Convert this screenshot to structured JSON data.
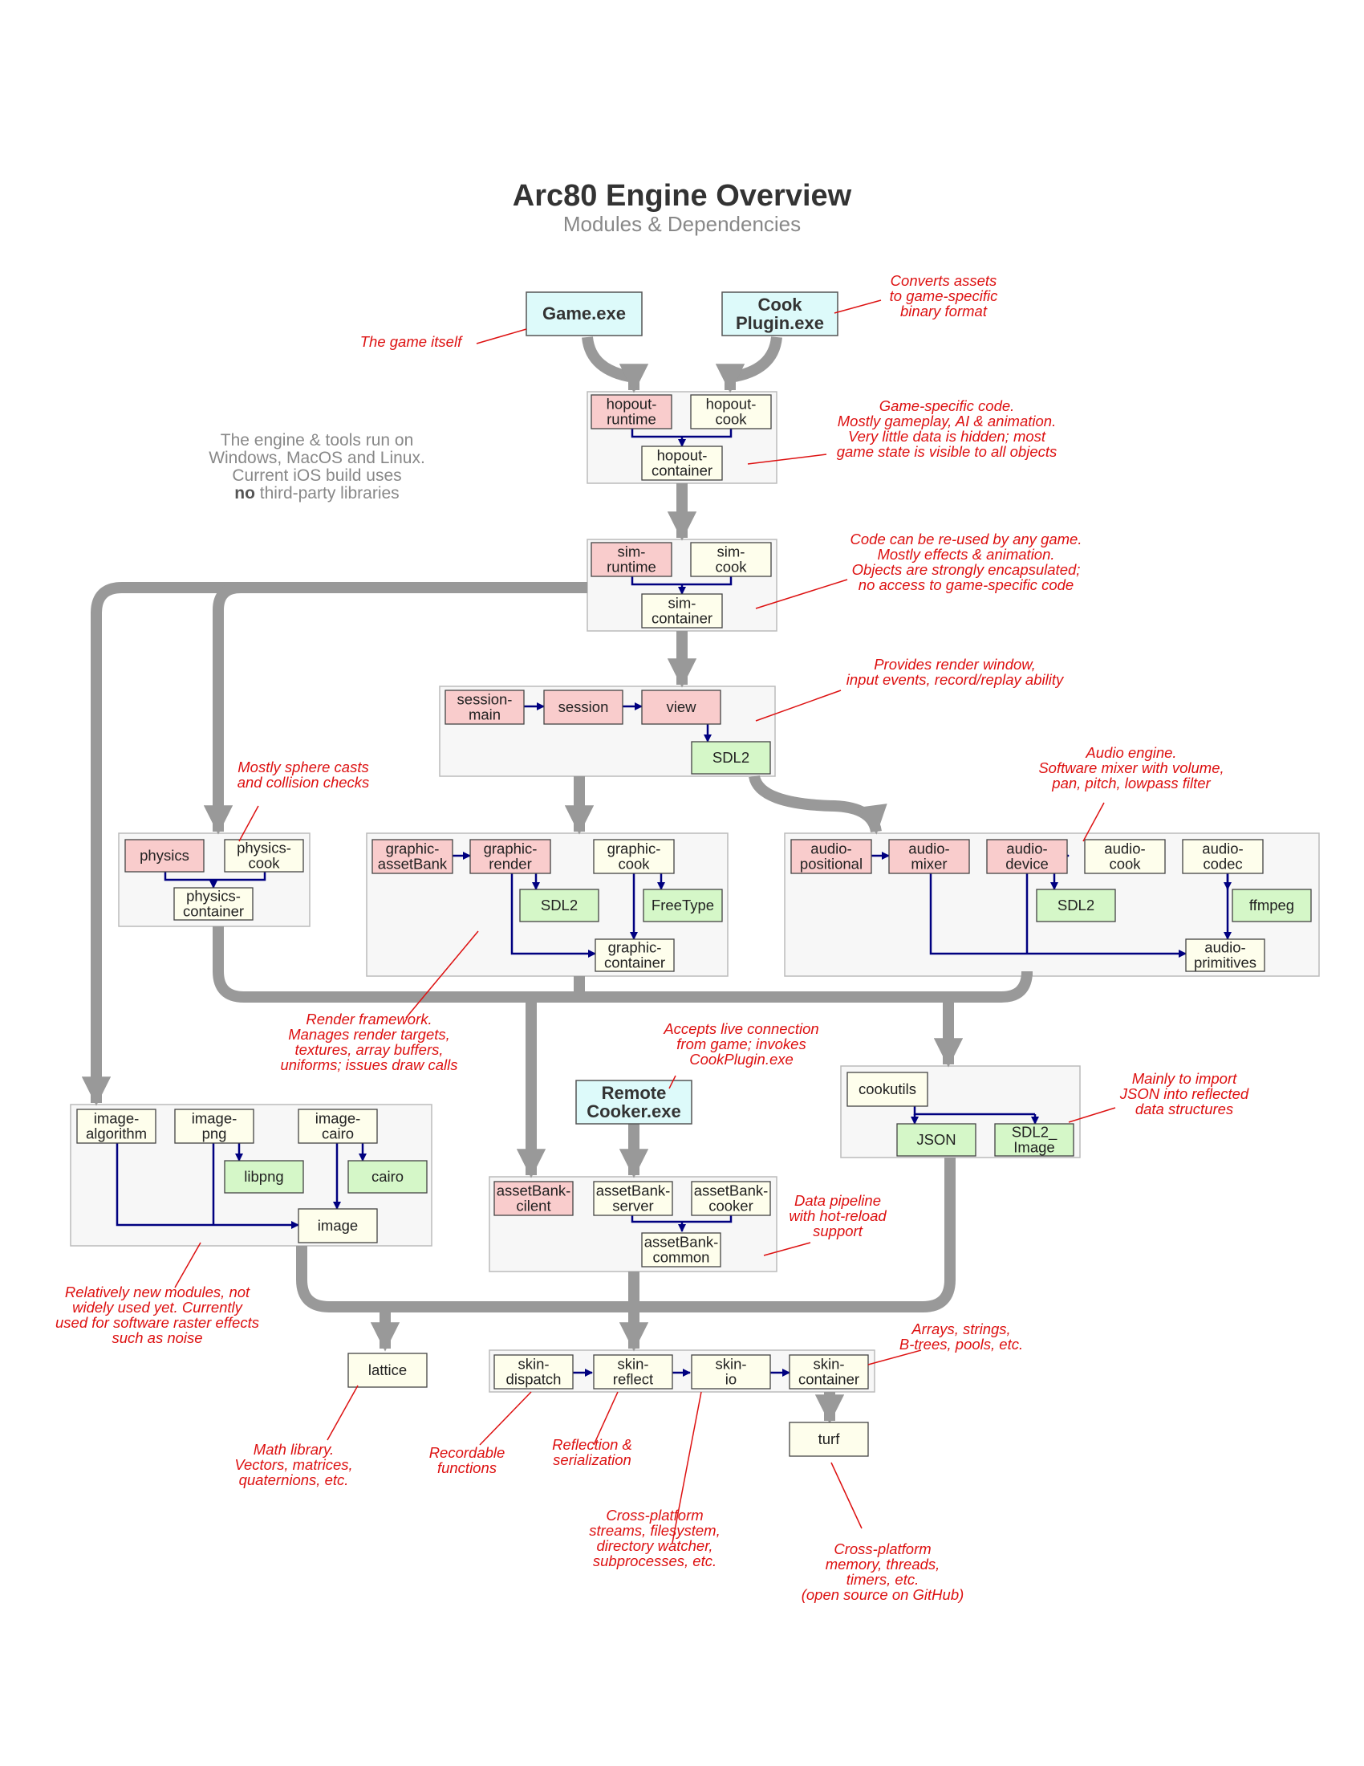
{
  "header": {
    "title": "Arc80 Engine Overview",
    "subtitle": "Modules & Dependencies"
  },
  "platform_note": {
    "lines": [
      "The engine & tools run on",
      "Windows, MacOS and Linux.",
      "Current iOS build uses"
    ],
    "last_bold": "no",
    "last_rest": " third-party libraries"
  },
  "colors": {
    "runtime_module": "#f9cccc",
    "cook_module": "#fefeec",
    "third_party": "#d5f7c8",
    "executable": "#ddfafa",
    "group": "#f7f7f7",
    "dependency_arrow": "#999999",
    "inner_arrow": "#000080",
    "annotation": "#dd1111"
  },
  "executables": {
    "game": [
      "Game.exe"
    ],
    "cook_plugin": [
      "Cook",
      "Plugin.exe"
    ],
    "remote_cooker": [
      "Remote",
      "Cooker.exe"
    ]
  },
  "modules": {
    "hopout_runtime": [
      "hopout-",
      "runtime"
    ],
    "hopout_cook": [
      "hopout-",
      "cook"
    ],
    "hopout_container": [
      "hopout-",
      "container"
    ],
    "sim_runtime": [
      "sim-",
      "runtime"
    ],
    "sim_cook": [
      "sim-",
      "cook"
    ],
    "sim_container": [
      "sim-",
      "container"
    ],
    "session_main": [
      "session-",
      "main"
    ],
    "session": [
      "session"
    ],
    "view": [
      "view"
    ],
    "sdl2_view": [
      "SDL2"
    ],
    "physics": [
      "physics"
    ],
    "physics_cook": [
      "physics-",
      "cook"
    ],
    "physics_container": [
      "physics-",
      "container"
    ],
    "graphic_assetbank": [
      "graphic-",
      "assetBank"
    ],
    "graphic_render": [
      "graphic-",
      "render"
    ],
    "graphic_cook": [
      "graphic-",
      "cook"
    ],
    "sdl2_graphic": [
      "SDL2"
    ],
    "freetype": [
      "FreeType"
    ],
    "graphic_container": [
      "graphic-",
      "container"
    ],
    "audio_positional": [
      "audio-",
      "positional"
    ],
    "audio_mixer": [
      "audio-",
      "mixer"
    ],
    "audio_device": [
      "audio-",
      "device"
    ],
    "audio_cook": [
      "audio-",
      "cook"
    ],
    "audio_codec": [
      "audio-",
      "codec"
    ],
    "sdl2_audio": [
      "SDL2"
    ],
    "ffmpeg": [
      "ffmpeg"
    ],
    "audio_primitives": [
      "audio-",
      "primitives"
    ],
    "image_algorithm": [
      "image-",
      "algorithm"
    ],
    "image_png": [
      "image-",
      "png"
    ],
    "image_cairo": [
      "image-",
      "cairo"
    ],
    "libpng": [
      "libpng"
    ],
    "cairo": [
      "cairo"
    ],
    "image": [
      "image"
    ],
    "assetbank_client": [
      "assetBank-",
      "cilent"
    ],
    "assetbank_server": [
      "assetBank-",
      "server"
    ],
    "assetbank_cooker": [
      "assetBank-",
      "cooker"
    ],
    "assetbank_common": [
      "assetBank-",
      "common"
    ],
    "cookutils": [
      "cookutils"
    ],
    "json": [
      "JSON"
    ],
    "sdl2_image": [
      "SDL2_",
      "Image"
    ],
    "lattice": [
      "lattice"
    ],
    "skin_dispatch": [
      "skin-",
      "dispatch"
    ],
    "skin_reflect": [
      "skin-",
      "reflect"
    ],
    "skin_io": [
      "skin-",
      "io"
    ],
    "skin_container": [
      "skin-",
      "container"
    ],
    "turf": [
      "turf"
    ]
  },
  "annotations": {
    "game_itself": [
      "The game itself"
    ],
    "converts_assets": [
      "Converts assets",
      "to game-specific",
      "binary format"
    ],
    "game_specific": [
      "Game-specific code.",
      "Mostly gameplay, AI & animation.",
      "Very little data is hidden; most",
      "game state is visible to all objects"
    ],
    "reusable": [
      "Code can be re-used by any game.",
      "Mostly effects & animation.",
      "Objects are strongly encapsulated;",
      "no access to game-specific code"
    ],
    "render_window": [
      "Provides render window,",
      "input events, record/replay ability"
    ],
    "sphere_casts": [
      "Mostly sphere casts",
      "and collision checks"
    ],
    "audio_engine": [
      "Audio engine.",
      "Software mixer with volume,",
      "pan, pitch, lowpass filter"
    ],
    "render_framework": [
      "Render framework.",
      "Manages render targets,",
      "textures, array buffers,",
      "uniforms; issues draw calls"
    ],
    "live_connection": [
      "Accepts live connection",
      "from game; invokes",
      "CookPlugin.exe"
    ],
    "json_import": [
      "Mainly to import",
      "JSON into reflected",
      "data structures"
    ],
    "data_pipeline": [
      "Data pipeline",
      "with hot-reload",
      "support"
    ],
    "new_modules": [
      "Relatively new modules, not",
      "widely used yet. Currently",
      "used for software raster effects",
      "such as noise"
    ],
    "arrays_strings": [
      "Arrays, strings,",
      "B-trees, pools, etc."
    ],
    "math_library": [
      "Math library.",
      "Vectors, matrices,",
      "quaternions, etc."
    ],
    "recordable": [
      "Recordable",
      "functions"
    ],
    "reflection": [
      "Reflection &",
      "serialization"
    ],
    "cross_platform_streams": [
      "Cross-platform",
      "streams, filesystem,",
      "directory watcher,",
      "subprocesses, etc."
    ],
    "cross_platform_memory": [
      "Cross-platform",
      "memory, threads,",
      "timers, etc.",
      "(open source on GitHub)"
    ]
  }
}
